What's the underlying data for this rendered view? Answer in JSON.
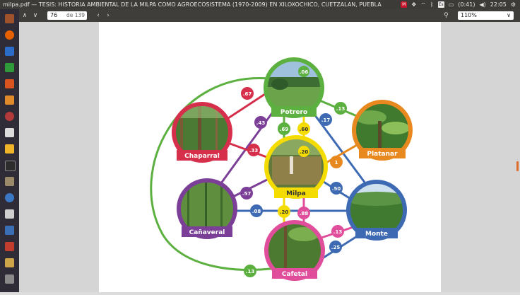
{
  "window": {
    "title": "milpa.pdf — TESIS: HISTORIA AMBIENTAL DE LA MILPA COMO AGROECOSISTEMA (1970-2009) EN XILOXOCHICO, CUETZALAN, PUEBLA",
    "battery": "(0:41)",
    "clock": "22:05",
    "tray_keyboard": "Es",
    "tray_indicator": "M"
  },
  "toolbar": {
    "page_current": "76",
    "page_total": "de 139",
    "zoom": "110%"
  },
  "launcher": {
    "icons": [
      "files-icon",
      "firefox-icon",
      "writer-icon",
      "calc-icon",
      "impress-icon",
      "software-center-icon",
      "settings-icon",
      "text-editor-icon",
      "amazon-icon",
      "terminal-icon",
      "archive-icon",
      "disk-icon",
      "music-icon",
      "calendar-icon",
      "apps-icon",
      "trash-icon"
    ]
  },
  "diagram": {
    "nodes": [
      {
        "id": "potrero",
        "label": "Potrero",
        "value": ".06",
        "ring": "#5cb040"
      },
      {
        "id": "chaparral",
        "label": "Chaparral",
        "ring": "#d62f4b"
      },
      {
        "id": "platanar",
        "label": "Platanar",
        "ring": "#e8891f"
      },
      {
        "id": "milpa",
        "label": "Milpa",
        "value": ".20",
        "ring": "#f5dc00"
      },
      {
        "id": "canaveral",
        "label": "Cañaveral",
        "ring": "#7b3f98"
      },
      {
        "id": "monte",
        "label": "Monte",
        "ring": "#3d6ab3"
      },
      {
        "id": "cafetal",
        "label": "Cafetal",
        "ring": "#e04d9a"
      }
    ],
    "edges": [
      {
        "label": ".67",
        "color": "#d62f4b"
      },
      {
        "label": ".13",
        "color": "#5cb040"
      },
      {
        "label": ".43",
        "color": "#7b3f98"
      },
      {
        "label": ".17",
        "color": "#3d6ab3"
      },
      {
        "label": ".69",
        "color": "#5cb040"
      },
      {
        "label": ".60",
        "color": "#f5dc00"
      },
      {
        "label": ".33",
        "color": "#d62f4b"
      },
      {
        "label": "1",
        "color": "#e8891f"
      },
      {
        "label": ".57",
        "color": "#7b3f98"
      },
      {
        "label": ".50",
        "color": "#3d6ab3"
      },
      {
        "label": ".08",
        "color": "#3d6ab3"
      },
      {
        "label": ".20",
        "color": "#f5dc00"
      },
      {
        "label": ".88",
        "color": "#e04d9a"
      },
      {
        "label": ".13",
        "color": "#e04d9a"
      },
      {
        "label": ".25",
        "color": "#3d6ab3"
      },
      {
        "label": ".13",
        "color": "#5cb040"
      }
    ]
  }
}
